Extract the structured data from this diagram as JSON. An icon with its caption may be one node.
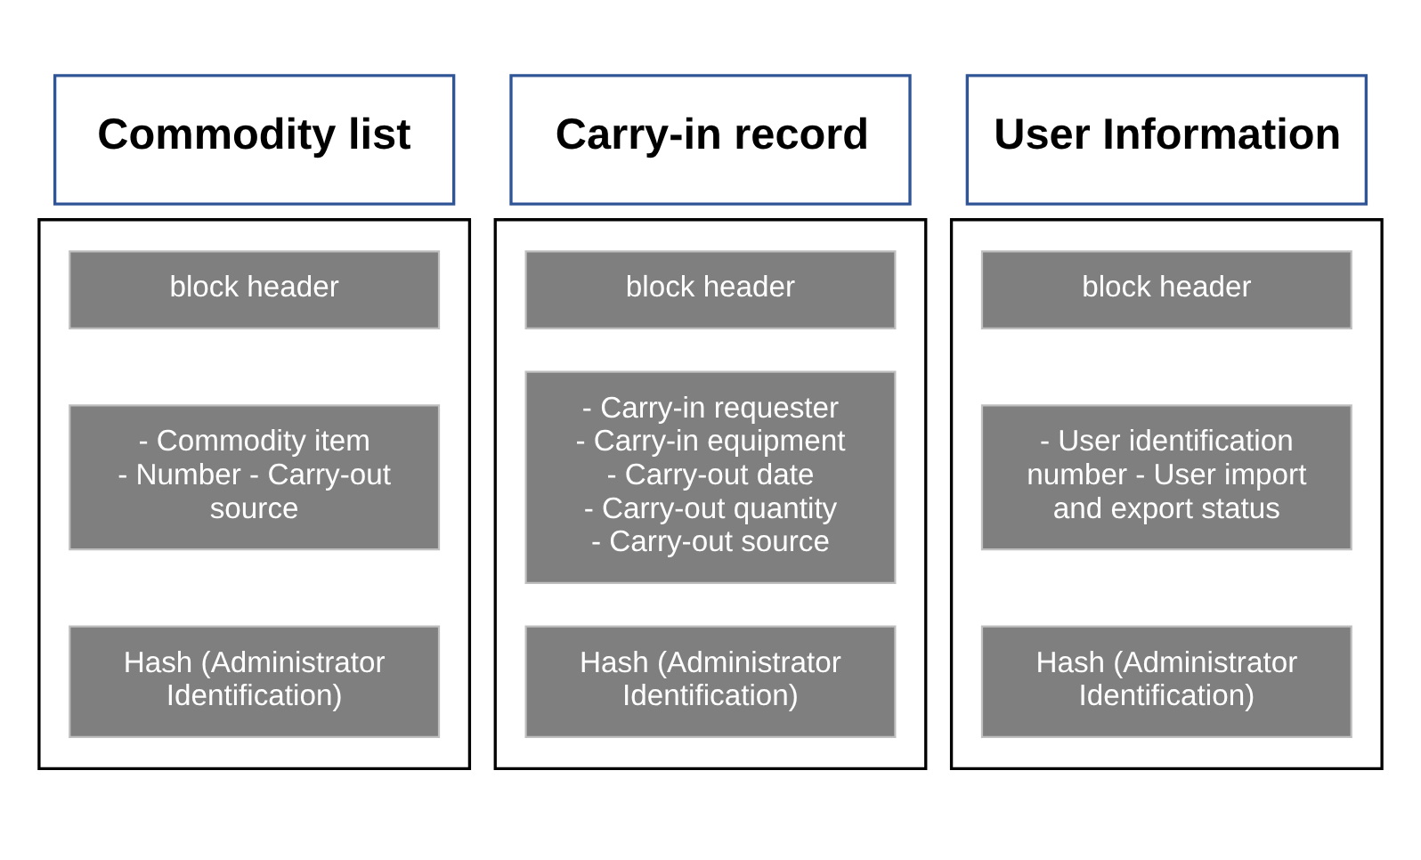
{
  "diagram": {
    "nodes": [
      {
        "text": [
          "Commodity list"
        ]
      },
      {
        "text": [],
        "shape": "box"
      },
      {
        "text": [
          "block header"
        ],
        "in": 1
      },
      {
        "text": [
          "- Commodity item - Number - Carry-out source"
        ],
        "in": 1
      },
      {
        "text": [
          "Hash (Administrator Identification)"
        ],
        "in": 1
      },
      {
        "text": [
          "Carry-in record"
        ]
      },
      {
        "text": [],
        "shape": "box"
      },
      {
        "text": [
          "block header"
        ],
        "in": 6
      },
      {
        "text": [
          "- Carry-in requester - Carry-in equipment - Carry-out date - Carry-out quantity - Carry-out source"
        ],
        "in": 6
      },
      {
        "text": [
          "Hash (Administrator Identification)"
        ],
        "in": 6
      },
      {
        "text": [
          "User Information"
        ]
      },
      {
        "text": [],
        "shape": "box"
      },
      {
        "text": [
          "block header"
        ],
        "in": 11
      },
      {
        "text": [
          "- User identification number - User import and export status"
        ],
        "in": 11
      },
      {
        "text": [
          "Hash (Administrator Identification)"
        ],
        "in": 11
      }
    ],
    "edges": []
  }
}
